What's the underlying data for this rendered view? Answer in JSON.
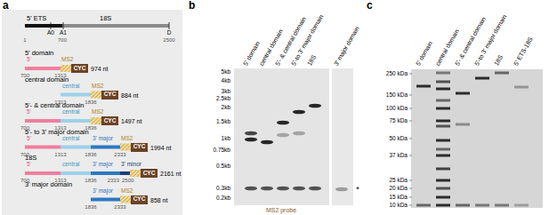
{
  "diagram": {
    "nodes": [
      {
        "text": [
          "CYC"
        ]
      },
      {
        "text": [
          "CYC"
        ]
      },
      {
        "text": [
          "CYC"
        ]
      },
      {
        "text": [
          "CYC"
        ]
      },
      {
        "text": [
          "CYC"
        ]
      },
      {
        "text": [
          "CYC"
        ]
      }
    ],
    "labels": [
      "a",
      "5' ETS",
      "18S",
      "A0",
      "A1",
      "D",
      "1",
      "700",
      "2500",
      "5' domain",
      "5'",
      "MS2",
      "700",
      "1313",
      "974 nt",
      "central domain",
      "central",
      "MS2",
      "1313",
      "1836",
      "884 nt",
      "5'- & central domain",
      "5'",
      "central",
      "MS2",
      "700",
      "1313",
      "1836",
      "1497 nt",
      "5'- to 3' major domain",
      "5'",
      "central",
      "3' major",
      "MS2",
      "700",
      "1313",
      "1836",
      "2333",
      "1994 nt",
      "18S",
      "5'",
      "central",
      "3' major",
      "3' minor",
      "700",
      "1313",
      "1836",
      "2333",
      "2500",
      "2161 nt",
      "3' major domain",
      "3' major",
      "MS2",
      "1836",
      "2333",
      "858 nt",
      "b",
      "5' domain",
      "central domain",
      "5'- & central domain",
      "5'-to 3' major domain",
      "18S",
      "3' major domain",
      "5kb",
      "4kb",
      "3kb",
      "2.5kb",
      "2kb",
      "1.5kb",
      "1kb",
      "0.75kb",
      "0.5kb",
      "0.3kb",
      "0.2kb",
      "*",
      "MS2 probe",
      "c",
      "5' domain",
      "central domain",
      "5'- & central domain",
      "5'-to 3' major domain",
      "18S",
      "5' ETS-18S",
      "250 kDa",
      "150 kDa",
      "100 kDa",
      "75 kDa",
      "50 kDa",
      "37 kDa",
      "25 kDa",
      "20 kDa",
      "15 kDa",
      "10 kDa"
    ]
  }
}
